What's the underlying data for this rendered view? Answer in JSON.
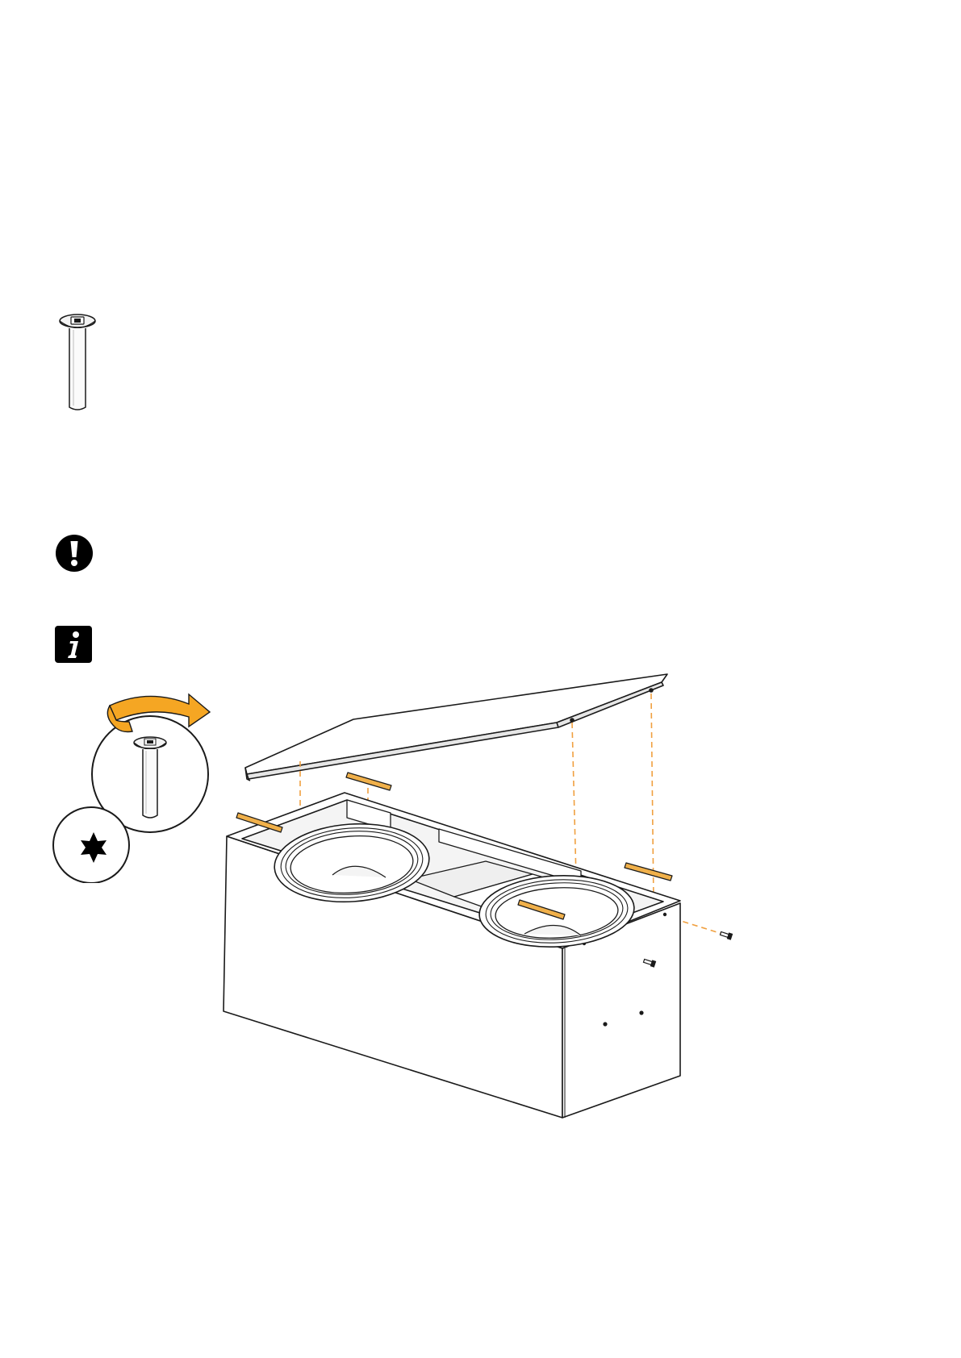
{
  "page": {
    "background": "#ffffff"
  },
  "colors": {
    "line": "#1a1a1a",
    "accent_orange": "#f5a623",
    "pad_orange": "#f0b04a",
    "guide_dash": "#f0a040",
    "icon_fill": "#000000",
    "shade": "#e6e6e6"
  },
  "icons": {
    "screw": "torx-countersunk-screw",
    "warning": "exclamation-circle",
    "info": "info-square",
    "rotate": "clockwise-rotation-arrow",
    "torx": "torx-star-bit"
  },
  "illustration": {
    "subject": "speaker-cabinet-lid-assembly",
    "pad_count": 4,
    "screw_count": 2,
    "driver_count": 2
  }
}
